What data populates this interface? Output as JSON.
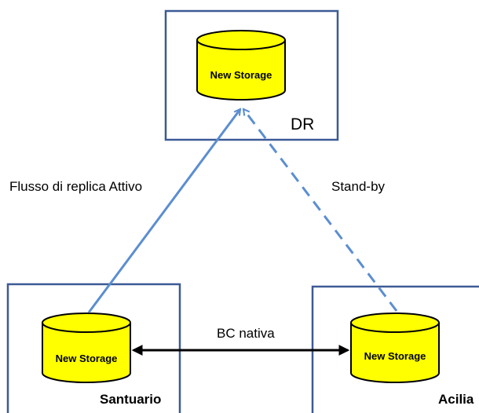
{
  "sites": {
    "dr": {
      "label": "DR",
      "storage_label": "New Storage"
    },
    "santuario": {
      "label": "Santuario",
      "storage_label": "New Storage"
    },
    "acilia": {
      "label": "Acilia",
      "storage_label": "New Storage"
    }
  },
  "links": {
    "active_replication": {
      "label": "Flusso di replica Attivo",
      "style": "solid",
      "color": "#5b8ed0"
    },
    "standby": {
      "label": "Stand-by",
      "style": "dashed",
      "color": "#5b8ed0"
    },
    "native_bc": {
      "label": "BC nativa",
      "style": "solid-bidirectional",
      "color": "#000000"
    }
  },
  "colors": {
    "box_border": "#3c5a96",
    "storage_fill": "#ffff00"
  }
}
